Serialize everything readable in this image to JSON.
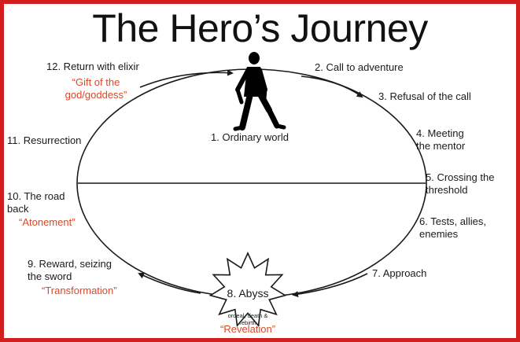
{
  "title": "The Hero’s Journey",
  "colors": {
    "frame": "#d31e1e",
    "accent": "#d9492a",
    "ink": "#1a1a1a"
  },
  "stages": {
    "s1": "1. Ordinary world",
    "s2": "2. Call to adventure",
    "s3": "3. Refusal of the call",
    "s4": "4. Meeting\nthe mentor",
    "s5": "5. Crossing the\nthreshold",
    "s6": "6. Tests, allies,\nenemies",
    "s7": "7. Approach",
    "s8": "8. Abyss",
    "s8_sub": "ordeal, death &\nrebirth",
    "s9": "9. Reward, seizing\nthe sword",
    "s10": "10. The road\nback",
    "s11": "11. Resurrection",
    "s12": "12. Return with elixir"
  },
  "themes": {
    "gift": "“Gift of the\ngod/goddess”",
    "atonement": "“Atonement”",
    "transformation": "“Transformation”",
    "revelation": "“Revelation”"
  },
  "icons": {
    "hero": "walking-man-icon",
    "abyss": "starburst-icon"
  }
}
